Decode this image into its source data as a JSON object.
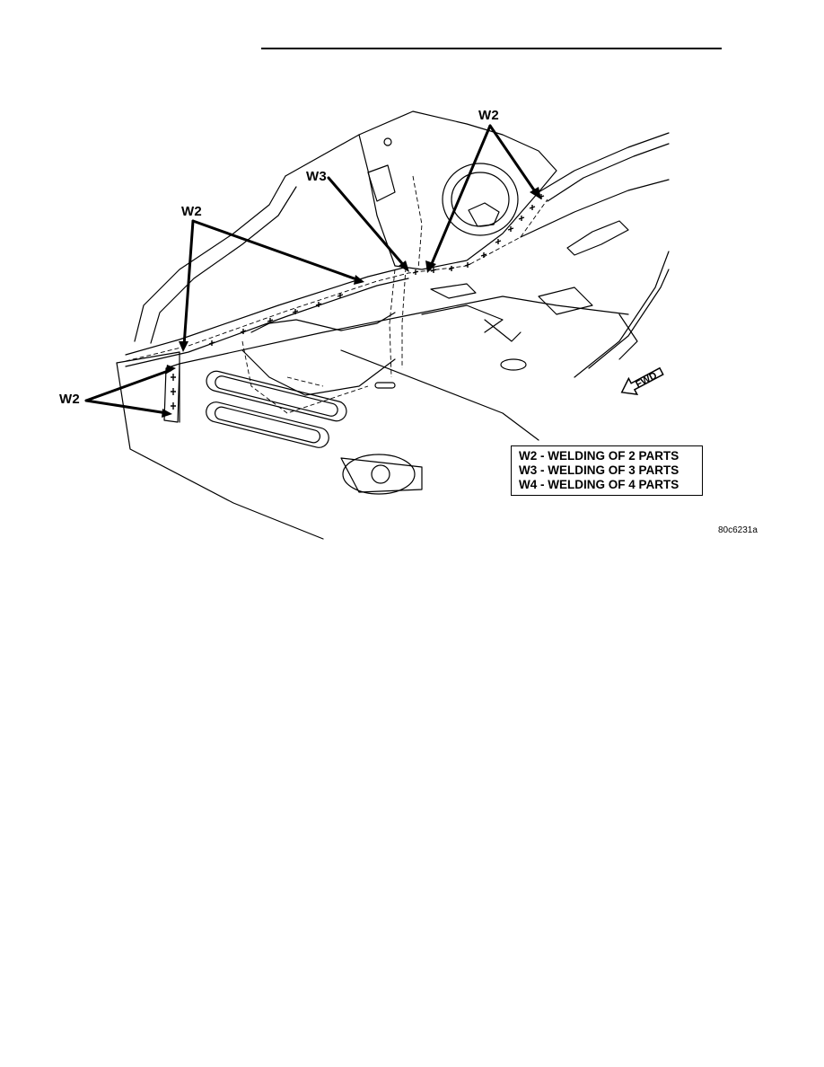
{
  "callouts": {
    "w2_top_right": "W2",
    "w3": "W3",
    "w2_left_upper": "W2",
    "w2_left_lower": "W2"
  },
  "direction_arrow": {
    "label": "FWD",
    "icon": "forward-direction-arrow-icon"
  },
  "legend": {
    "rows": [
      "W2 - WELDING OF 2 PARTS",
      "W3 - WELDING OF 3 PARTS",
      "W4 - WELDING OF 4 PARTS"
    ]
  },
  "figure_id": "80c6231a",
  "colors": {
    "line": "#000000",
    "background": "#ffffff"
  }
}
